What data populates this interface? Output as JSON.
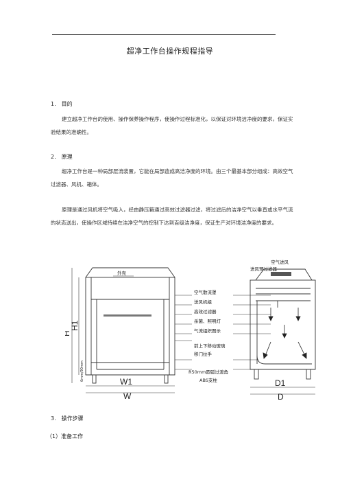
{
  "document": {
    "title": "超净工作台操作规程指导",
    "sections": [
      {
        "heading": "1.　目的",
        "paragraphs": [
          "建立超净工作台的使用、操作保养操作程序，使操作过程标准化，以保证对环境洁净度的要求，保证实验结果的准确性。"
        ]
      },
      {
        "heading": "2.　原理",
        "paragraphs": [
          "超净工作台是一种局部层流装置，它能在局部造成高洁净度的环境。由三个最基本部分组成：高效空气过滤器、风机、箱体。",
          "原理是通过风机将空气吸入，经由静压箱通过高效过滤器过滤，将过滤后的洁净空气以垂直或水平气流的状态送出，使操作区域持续在洁净空气的控制下达到百级洁净度，保证生产对环境洁净度的要求。"
        ]
      },
      {
        "heading": "3.　操作步骤",
        "paragraphs": []
      },
      {
        "heading": "（1）准备工作",
        "paragraphs": []
      }
    ]
  },
  "diagram": {
    "labels": {
      "shell": "外壳",
      "air_intake": "空气进风",
      "pre_filter": "进风预过滤器",
      "air_hood": "空气散流罩",
      "fan": "送风机组",
      "hepa": "高效过滤器",
      "lamp": "杀菌、照明灯",
      "flow": "气流组织图示",
      "glass": "前上下移动玻璃",
      "handle": "移门拉手",
      "corner": "R50mm圆弧过渡角",
      "column": "ABS支柱",
      "h": "H",
      "h1": "H1",
      "w1": "W1",
      "w": "W",
      "d1": "D1",
      "d": "D",
      "leg_height": "6mm/90mm"
    }
  }
}
